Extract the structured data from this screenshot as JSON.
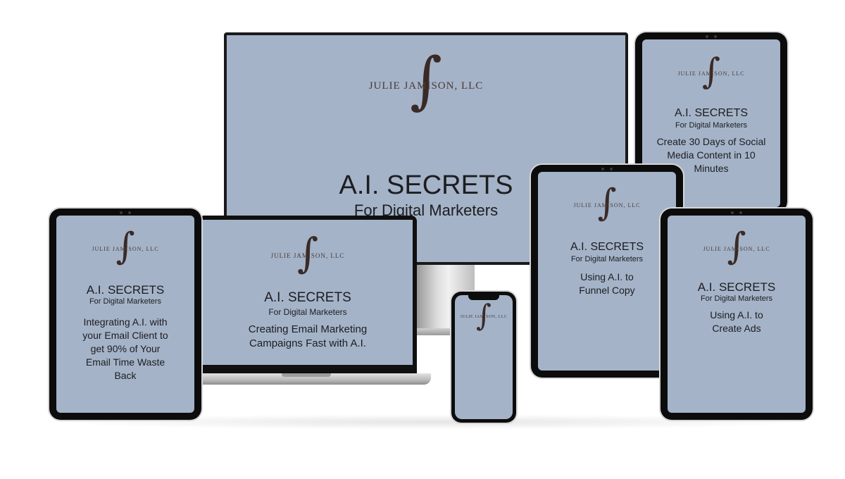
{
  "brand": {
    "logo_text": "JULIE JAMISON, LLC",
    "logo_glyph": "∫"
  },
  "colors": {
    "screen": "#a4b3c8",
    "frame": "#0c0c0c",
    "text": "#1d1d1f",
    "logo": "#3a2a26"
  },
  "devices": {
    "monitor": {
      "title": "A.I. SECRETS",
      "subtitle": "For Digital Marketers"
    },
    "tablet_top_right": {
      "title": "A.I. SECRETS",
      "subtitle": "For Digital Marketers",
      "description": "Create 30 Days of Social Media Content in 10 Minutes"
    },
    "tablet_left": {
      "title": "A.I. SECRETS",
      "subtitle": "For Digital Marketers",
      "description": "Integrating A.I. with your Email Client to get 90% of Your Email Time Waste Back"
    },
    "laptop": {
      "title": "A.I. SECRETS",
      "subtitle": "For Digital Marketers",
      "description": "Creating Email Marketing Campaigns Fast with A.I."
    },
    "tablet_middle_right": {
      "title": "A.I. SECRETS",
      "subtitle": "For Digital Marketers",
      "description": "Using A.I. to Funnel Copy"
    },
    "tablet_bottom_right": {
      "title": "A.I. SECRETS",
      "subtitle": "For Digital Marketers",
      "description": "Using A.I. to Create Ads"
    },
    "phone": {}
  }
}
